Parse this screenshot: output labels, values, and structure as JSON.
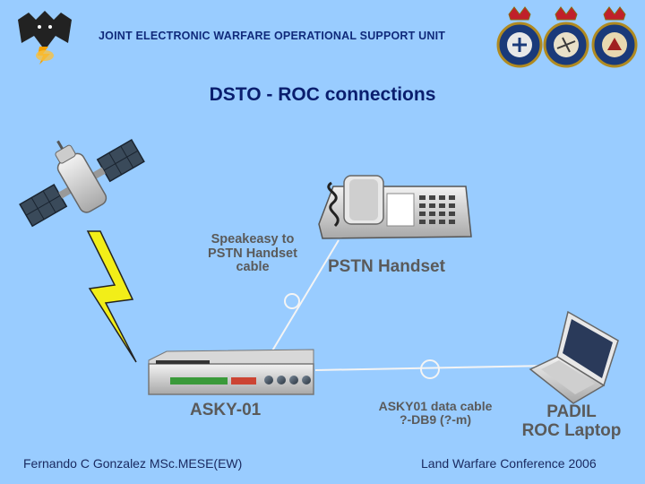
{
  "header": {
    "title": "JOINT ELECTRONIC WARFARE OPERATIONAL SUPPORT UNIT"
  },
  "slide": {
    "title": "DSTO - ROC connections"
  },
  "diagram": {
    "labels": {
      "speakeasy_cable": [
        "Speakeasy to",
        "PSTN Handset",
        "cable"
      ],
      "pstn_handset": "PSTN Handset",
      "asky01": "ASKY-01",
      "asky_data_cable": [
        "ASKY01 data cable",
        "?-DB9 (?-m)"
      ],
      "padil_laptop": [
        "PADIL",
        "ROC Laptop"
      ]
    }
  },
  "footer": {
    "author": "Fernando C Gonzalez MSc.MESE(EW)",
    "event": "Land Warfare Conference 2006"
  }
}
